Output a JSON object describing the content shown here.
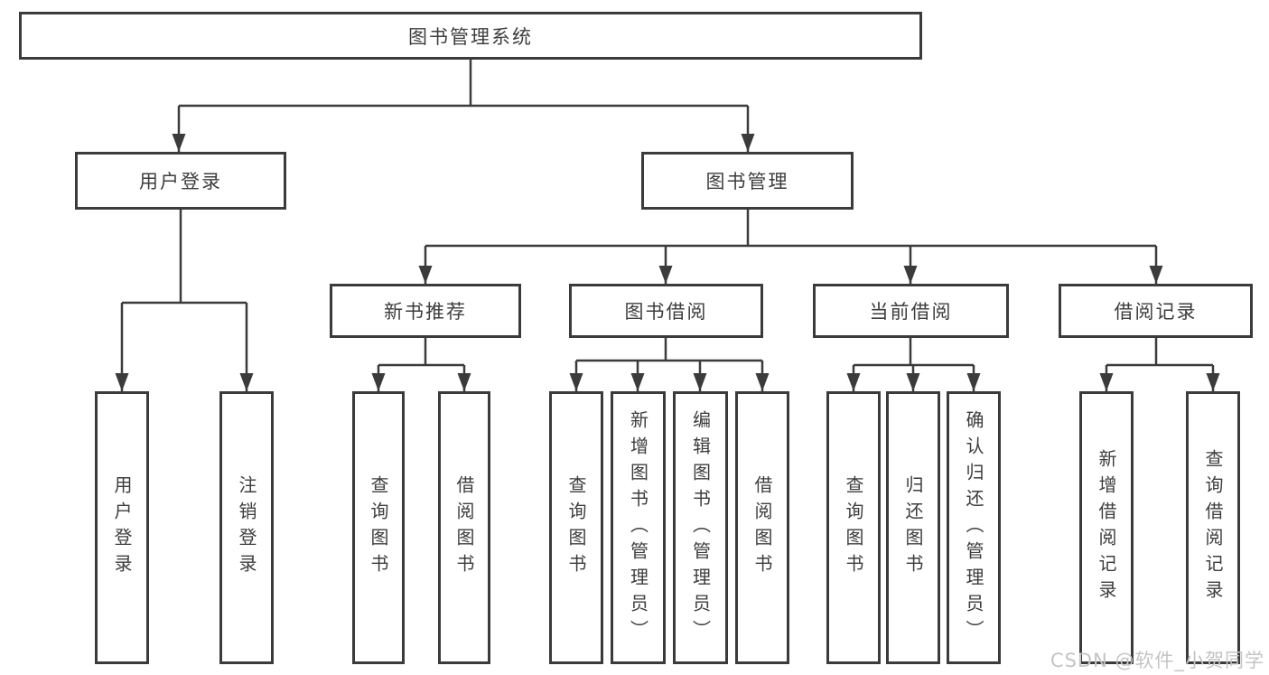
{
  "tree": {
    "root": {
      "label": "图书管理系统"
    },
    "children": [
      {
        "label": "用户登录",
        "children": [
          "用户登录",
          "注销登录"
        ]
      },
      {
        "label": "图书管理",
        "children": [
          {
            "label": "新书推荐",
            "children": [
              "查询图书",
              "借阅图书"
            ]
          },
          {
            "label": "图书借阅",
            "children": [
              "查询图书",
              "新增图书（管理员）",
              "编辑图书（管理员）",
              "借阅图书"
            ]
          },
          {
            "label": "当前借阅",
            "children": [
              "查询图书",
              "归还图书",
              "确认归还（管理员）"
            ]
          },
          {
            "label": "借阅记录",
            "children": [
              "新增借阅记录",
              "查询借阅记录"
            ]
          }
        ]
      }
    ]
  },
  "watermark": "CSDN @软件_小贺同学",
  "colors": {
    "line": "#3b3b3b",
    "box_border": "#3b3b3b",
    "text": "#3d3d3d",
    "background": "#ffffff",
    "watermark_text": "#c4c4c4"
  }
}
